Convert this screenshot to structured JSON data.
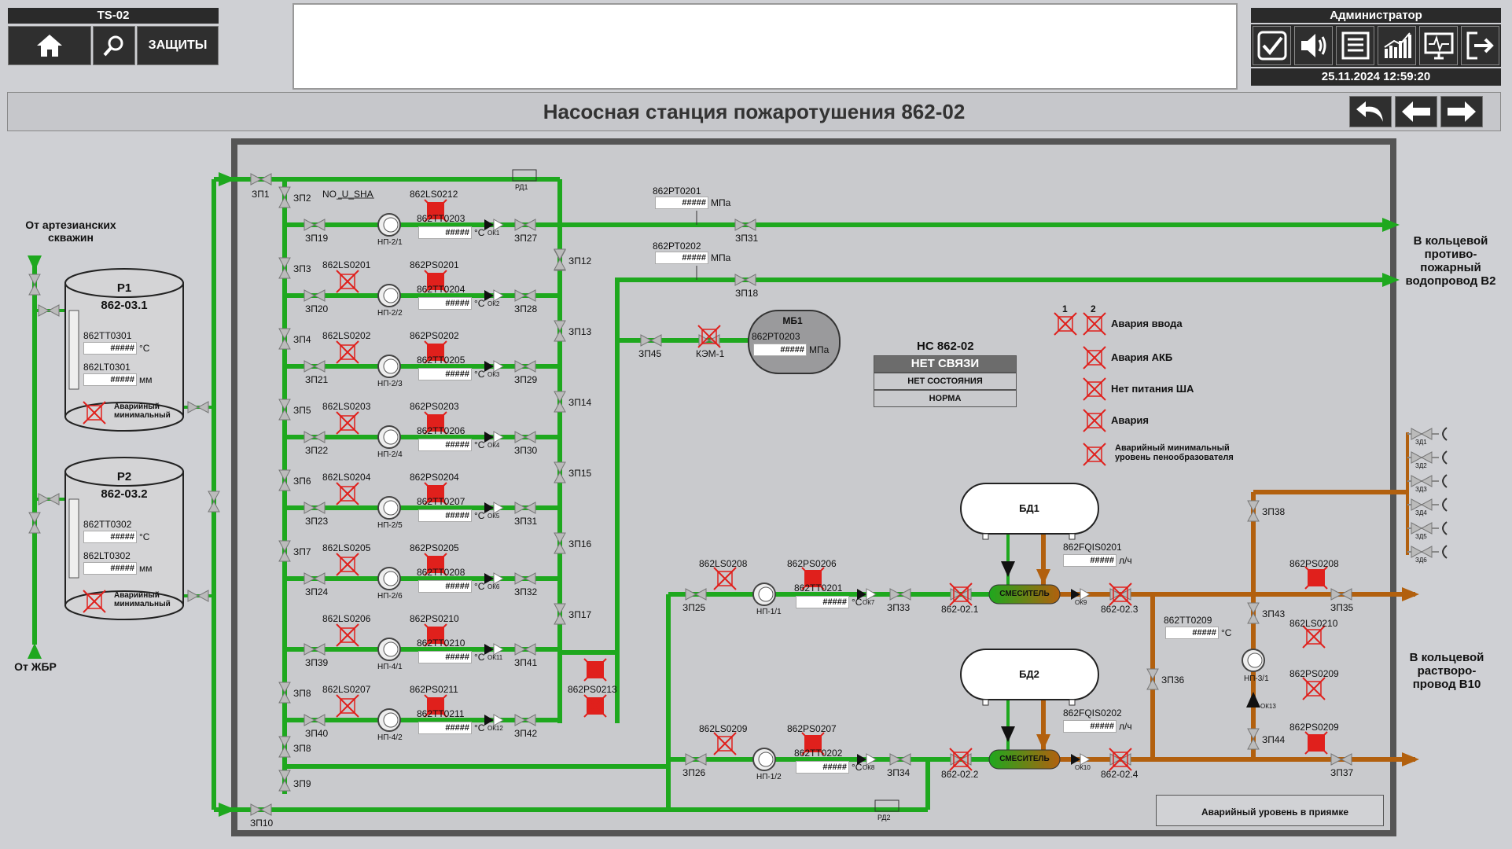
{
  "header": {
    "station_id": "TS-02",
    "protections_label": "ЗАЩИТЫ",
    "user": "Администратор",
    "datetime": "25.11.2024 12:59:20",
    "title": "Насосная станция пожаротушения 862-02"
  },
  "icons": {
    "home": "home-icon",
    "search": "search-icon",
    "tools": [
      "check-icon",
      "speaker-icon",
      "list-icon",
      "trend-icon",
      "monitor-icon",
      "logout-icon"
    ],
    "nav": [
      "undo-arrow-icon",
      "arrow-left-icon",
      "arrow-right-icon"
    ]
  },
  "colors": {
    "water": "#1ea81e",
    "foam": "#b2600e",
    "alarm": "#e0201c",
    "frame": "#555555"
  },
  "sources": {
    "artesian": "От артезианских скважин",
    "zhbr": "От ЖБР",
    "out_b2": "В кольцевой противо-пожарный водопровод В2",
    "out_b10": "В кольцевой растворо-провод В10"
  },
  "tanks": [
    {
      "name": "Р1",
      "code": "862-03.1",
      "temp_tag": "862ТТ0301",
      "temp_val": "#####",
      "temp_unit": "°С",
      "level_tag": "862LT0301",
      "level_val": "#####",
      "level_unit": "мм",
      "alarm": "Аварийный минимальный"
    },
    {
      "name": "Р2",
      "code": "862-03.2",
      "temp_tag": "862ТТ0302",
      "temp_val": "#####",
      "temp_unit": "°С",
      "level_tag": "862LT0302",
      "level_val": "#####",
      "level_unit": "мм",
      "alarm": "Аварийный минимальный"
    }
  ],
  "pumps": [
    {
      "name": "НП-2/1",
      "ls": "NO_U_SHA",
      "ps": "862LS0212",
      "tt": "862ТТ0203",
      "zl": "ЗП19",
      "zr": "ЗП27",
      "ok": "ОК1",
      "zv": "ЗП2",
      "zvr": "ЗП12"
    },
    {
      "name": "НП-2/2",
      "ls": "862LS0201",
      "ps": "862PS0201",
      "tt": "862ТТ0204",
      "zl": "ЗП20",
      "zr": "ЗП28",
      "ok": "ОК2",
      "zv": "ЗП3",
      "zvr": "ЗП13"
    },
    {
      "name": "НП-2/3",
      "ls": "862LS0202",
      "ps": "862PS0202",
      "tt": "862ТТ0205",
      "zl": "ЗП21",
      "zr": "ЗП29",
      "ok": "ОК3",
      "zv": "ЗП4",
      "zvr": "ЗП14"
    },
    {
      "name": "НП-2/4",
      "ls": "862LS0203",
      "ps": "862PS0203",
      "tt": "862ТТ0206",
      "zl": "ЗП22",
      "zr": "ЗП30",
      "ok": "ОК4",
      "zv": "ЗП5",
      "zvr": "ЗП15"
    },
    {
      "name": "НП-2/5",
      "ls": "862LS0204",
      "ps": "862PS0204",
      "tt": "862ТТ0207",
      "zl": "ЗП23",
      "zr": "ЗП31",
      "ok": "ОК5",
      "zv": "ЗП6",
      "zvr": "ЗП16"
    },
    {
      "name": "НП-2/6",
      "ls": "862LS0205",
      "ps": "862PS0205",
      "tt": "862ТТ0208",
      "zl": "ЗП24",
      "zr": "ЗП32",
      "ok": "ОК6",
      "zv": "ЗП7",
      "zvr": "ЗП17"
    },
    {
      "name": "НП-4/1",
      "ls": "862LS0206",
      "ps": "862PS0210",
      "tt": "862ТТ0210",
      "zl": "ЗП39",
      "zr": "ЗП41",
      "ok": "ОК11",
      "zv": "",
      "zvr": ""
    },
    {
      "name": "НП-4/2",
      "ls": "862LS0207",
      "ps": "862PS0211",
      "tt": "862ТТ0211",
      "zl": "ЗП40",
      "zr": "ЗП42",
      "ok": "ОК12",
      "zv": "ЗП8",
      "zvr": ""
    }
  ],
  "temp_val": "#####",
  "temp_unit": "°С",
  "valves": {
    "zp1": "ЗП1",
    "zp9": "ЗП9",
    "zp10": "ЗП10",
    "rd1": "РД1",
    "rd2": "РД2",
    "ps0213": "862PS0213",
    "zp31": "ЗП31",
    "zp18": "ЗП18",
    "zp45": "ЗП45",
    "kem": "КЭМ-1"
  },
  "pressure": [
    {
      "tag": "862РТ0201",
      "val": "#####",
      "unit": "МПа"
    },
    {
      "tag": "862РТ0202",
      "val": "#####",
      "unit": "МПа"
    }
  ],
  "mb1": {
    "name": "МБ1",
    "tag": "862РТ0203",
    "val": "#####",
    "unit": "МПа"
  },
  "ns_status": {
    "title": "НС 862-02",
    "state": "НЕТ СВЯЗИ",
    "sub1": "НЕТ СОСТОЯНИЯ",
    "sub2": "НОРМА"
  },
  "legend": {
    "col1": "1",
    "col2": "2",
    "items": [
      "Авария ввода",
      "Авария АКБ",
      "Нет питания ША",
      "Авария",
      "Аварийный минимальный уровень пенообразователя"
    ]
  },
  "foam": {
    "bd1": "БД1",
    "bd2": "БД2",
    "fq1": {
      "tag": "862FQIS0201",
      "val": "#####",
      "unit": "л/ч"
    },
    "fq2": {
      "tag": "862FQIS0202",
      "val": "#####",
      "unit": "л/ч"
    },
    "mixer": "СМЕСИТЕЛЬ",
    "line1": {
      "ls": "862LS0208",
      "ps": "862PS0206",
      "pump": "НП-1/1",
      "tt": "862ТТ0201",
      "zp_in": "ЗП25",
      "ok": "ОК7",
      "zp": "ЗП33",
      "v1": "862-02.1",
      "ok2": "ОК9",
      "v2": "862-02.3",
      "zp_out": "ЗП35",
      "ps_out": "862PS0208"
    },
    "line2": {
      "ls": "862LS0209",
      "ps": "862PS0207",
      "pump": "НП-1/2",
      "tt": "862ТТ0202",
      "zp_in": "ЗП26",
      "ok": "ОК8",
      "zp": "ЗП34",
      "v1": "862-02.2",
      "ok2": "ОК10",
      "v2": "862-02.4",
      "zp_out": "ЗП37",
      "ps_out": "862PS0209"
    },
    "zp36": "ЗП36",
    "zp38": "ЗП38",
    "zp43": "ЗП43",
    "zp44": "ЗП44",
    "tt0209": {
      "tag": "862ТТ0209",
      "val": "#####",
      "unit": "°С"
    },
    "ls0210": "862LS0210",
    "ps0209": "862PS0209",
    "np31": "НП-3/1",
    "ok13": "ОК13",
    "zd": [
      "ЗД1",
      "ЗД2",
      "ЗД3",
      "ЗД4",
      "ЗД5",
      "ЗД6"
    ]
  },
  "sump_alarm": "Аварийный уровень в приямке"
}
